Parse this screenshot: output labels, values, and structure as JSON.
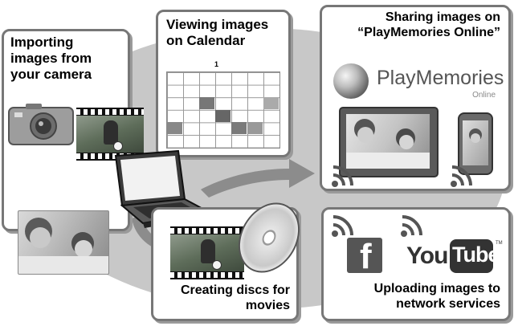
{
  "cards": {
    "import": {
      "title_lines": [
        "Importing",
        "images from",
        "your camera"
      ]
    },
    "calendar": {
      "title_lines": [
        "Viewing images",
        "on Calendar"
      ]
    },
    "sharing": {
      "title_lines": [
        "Sharing images on",
        "“PlayMemories Online”"
      ],
      "logo_word": "PlayMemories",
      "logo_sub": "Online"
    },
    "discs": {
      "title_lines": [
        "Creating discs for",
        "movies"
      ]
    },
    "upload": {
      "title_lines": [
        "Uploading images to",
        "network services"
      ],
      "facebook_glyph": "f",
      "youtube_you": "You",
      "youtube_tube": "Tube",
      "youtube_tm": "TM"
    }
  },
  "calendar_month": "1",
  "icons": [
    "camera-icon",
    "laptop-icon",
    "disc-icon",
    "wifi-icon",
    "facebook-icon",
    "youtube-icon",
    "smartphone-icon",
    "tablet-icon"
  ],
  "colors": {
    "card_border": "#777777",
    "background_ellipse": "#c8c8c8",
    "arrow": "#8c8c8c"
  }
}
